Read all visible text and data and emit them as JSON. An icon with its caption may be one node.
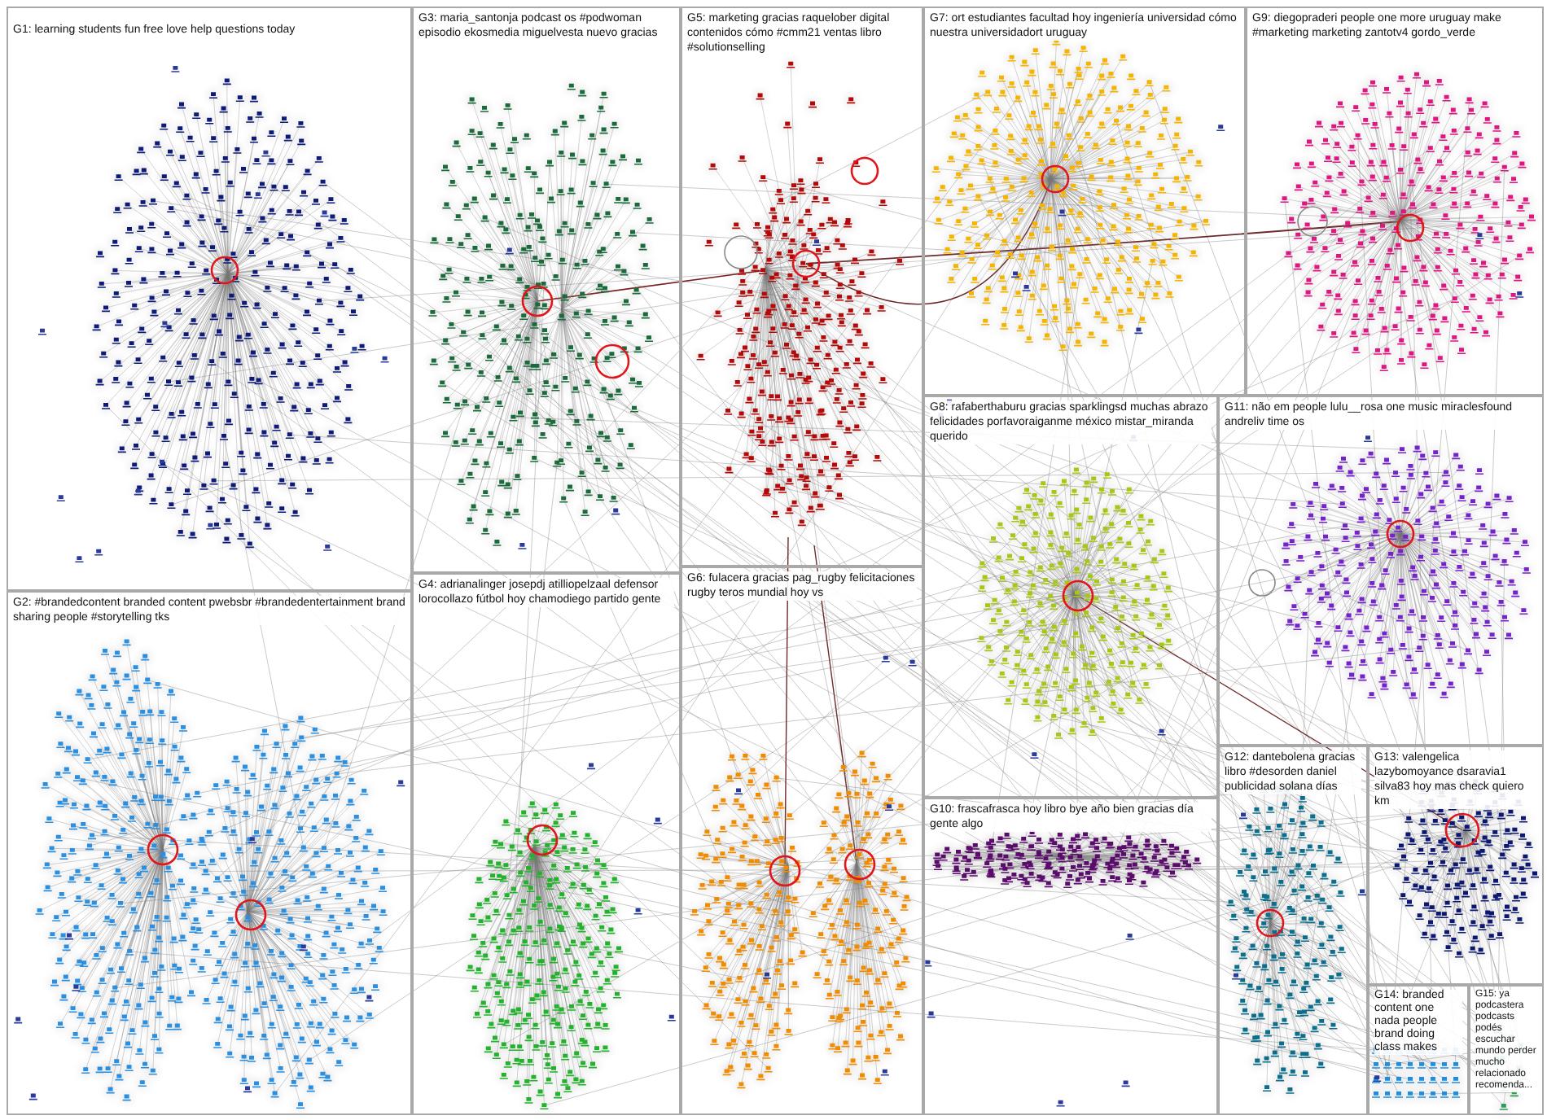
{
  "diagram": {
    "nodes": [
      {
        "text": [
          "G1: learning students fun free love help questions today"
        ]
      },
      {
        "text": [
          "G3: maria_santonja podcast os #podwoman episodio ekosmedia miguelvesta nuevo gracias"
        ]
      },
      {
        "text": [
          "G5: marketing gracias raquelober digital contenidos cómo #cmm21 ventas libro #solutionselling"
        ]
      },
      {
        "text": [
          "G7: ort estudiantes facultad hoy ingeniería universidad cómo nuestra universidadort uruguay"
        ]
      },
      {
        "text": [
          "G9: diegopraderi people one more uruguay make #marketing marketing zantotv4 gordo_verde"
        ]
      },
      {
        "text": [
          "G8: rafaberthaburu gracias sparklingsd muchas abrazo felicidades porfavoraiganme méxico mistar_miranda querido"
        ]
      },
      {
        "text": [
          "G11: não em people lulu__rosa one music miraclesfound andreliv time os"
        ]
      },
      {
        "text": [
          "G2: #brandedcontent branded content pwebsbr #brandedentertainment brand sharing people #storytelling tks"
        ]
      },
      {
        "text": [
          "G4: adrianalinger josepdj atilliopelzaal defensor lorocollazo fútbol hoy chamodiego partido gente"
        ]
      },
      {
        "text": [
          "G6: fulacera gracias pag_rugby felicitaciones rugby teros mundial hoy vs"
        ]
      },
      {
        "text": [
          "G12: dantebolena gracias libro #desorden daniel publicidad solana días"
        ]
      },
      {
        "text": [
          "G13: valengelica lazybomoyance dsaravia1 silva83 hoy mas check quiero km"
        ]
      },
      {
        "text": [
          "G10: frascafrasca hoy libro bye año bien gracias día gente algo"
        ]
      },
      {
        "text": [
          "G14: branded content one nada people brand doing class makes"
        ]
      },
      {
        "text": [
          "G15: ya podcastera podcasts podés escuchar mundo perder mucho relacionado recomenda..."
        ]
      }
    ]
  }
}
